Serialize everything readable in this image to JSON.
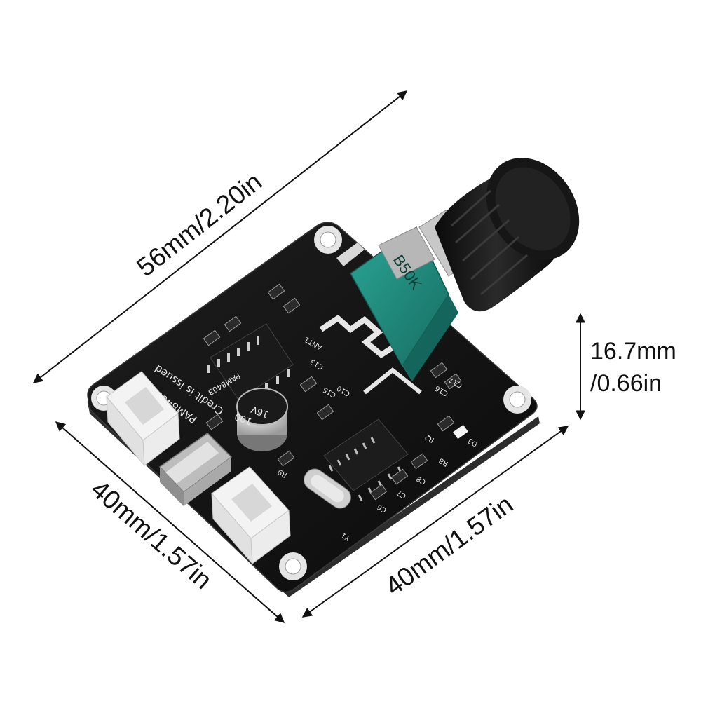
{
  "dimensions": {
    "diagonal": "56mm/2.20in",
    "left_side": "40mm/1.57in",
    "bottom_side": "40mm/1.57in",
    "height_line1": "16.7mm",
    "height_line2": "/0.66in"
  },
  "board_markings": {
    "chip_text": "PAM8403",
    "slogan": "Credit is issued",
    "pot_value": "B50K",
    "capacitor_value": "100",
    "capacitor_voltage": "16V",
    "antenna_label": "ANT1",
    "labels": [
      "C13",
      "C15",
      "C10",
      "C6",
      "C7",
      "C8",
      "R8",
      "R9",
      "R2",
      "D3",
      "Y1",
      "C16",
      "C17"
    ]
  },
  "colors": {
    "board": "#141414",
    "silkscreen": "#e8e8e8",
    "potentiometer": "#1f8a7d",
    "knob": "#151515",
    "connector": "#eeeeee"
  }
}
